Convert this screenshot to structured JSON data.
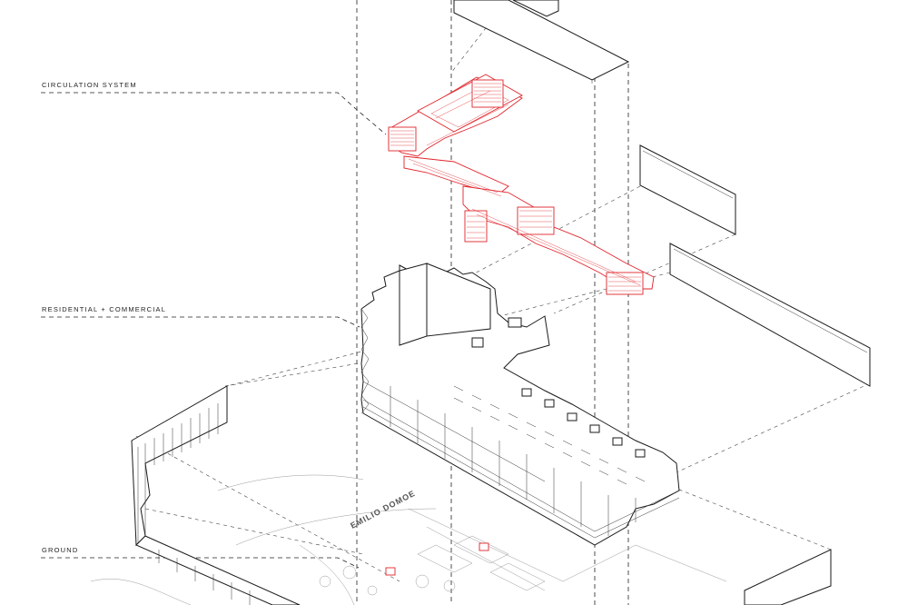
{
  "labels": {
    "circulation": "CIRCULATION SYSTEM",
    "residential": "RESIDENTIAL + COMMERCIAL",
    "ground": "GROUND"
  },
  "street_name": "EMILIO DOMOE",
  "colors": {
    "ink": "#1a1a1a",
    "circulation_red": "#e0242b",
    "ghost": "#999999",
    "background": "#ffffff"
  }
}
